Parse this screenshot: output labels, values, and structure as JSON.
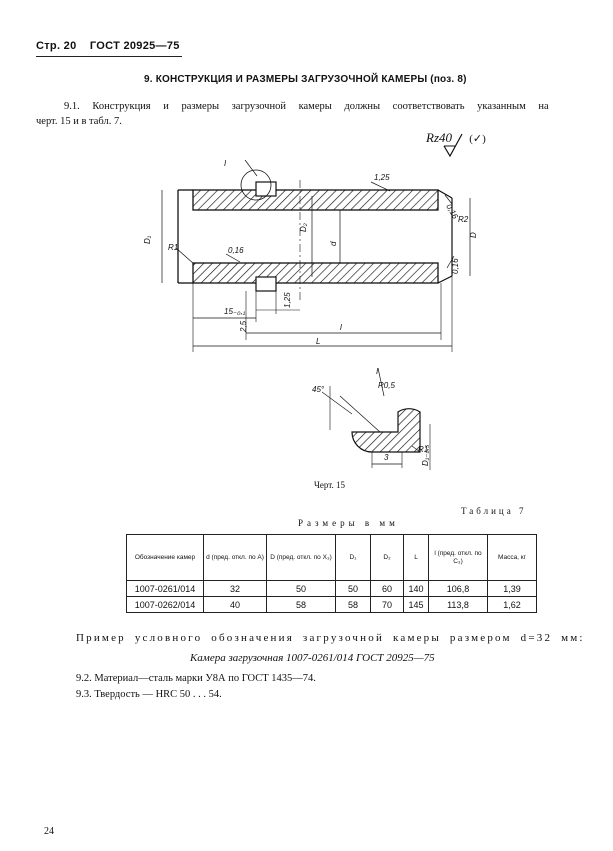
{
  "header": {
    "page": "Стр. 20",
    "standard": "ГОСТ 20925—75"
  },
  "section_title": "9. КОНСТРУКЦИЯ И РАЗМЕРЫ ЗАГРУЗОЧНОЙ КАМЕРЫ (поз. 8)",
  "para_9_1": {
    "line1": "9.1. Конструкция и размеры загрузочной камеры должны соответствовать указанным на",
    "line2": "черт. 15 и в табл. 7."
  },
  "drawing": {
    "roughness": "Rz40",
    "roughness_extra": "(✓)",
    "labels": {
      "view_i": "I",
      "r1": "R1",
      "r2": "R2",
      "d1": "D₁",
      "d2": "D₂",
      "d_small": "d",
      "d_big": "D",
      "f016_a": "0,16",
      "f016_b": "0,16",
      "f016_c": "0,16",
      "f125_a": "1,25",
      "f125_b": "1,25",
      "f25": "2,5",
      "dim15": "15₋₀,₁",
      "dim_l": "l",
      "dim_L": "L",
      "det_i": "I",
      "det_45": "45°",
      "det_r05": "R0,5",
      "det_r1": "R1",
      "det_3": "3",
      "det_d1": "D₁₋₀,₅"
    }
  },
  "figure_caption": "Черт. 15",
  "table": {
    "title": "Таблица 7",
    "subtitle": "Размеры в мм",
    "headers": [
      "Обозначение камер",
      "d (пред. откл. по A)",
      "D (пред. откл. по X₃)",
      "D₁",
      "D₂",
      "L",
      "l (пред. откл. по C₃)",
      "Масса, кг"
    ],
    "rows": [
      [
        "1007-0261/014",
        "32",
        "50",
        "50",
        "60",
        "140",
        "106,8",
        "1,39"
      ],
      [
        "1007-0262/014",
        "40",
        "58",
        "58",
        "70",
        "145",
        "113,8",
        "1,62"
      ]
    ]
  },
  "example": {
    "lead": "Пример условного обозначения загрузочной камеры размером d=32 мм:",
    "designation": "Камера загрузочная 1007-0261/014 ГОСТ 20925—75"
  },
  "para_9_2": "9.2. Материал—сталь марки У8А по ГОСТ 1435—74.",
  "para_9_3": "9.3. Твердость — HRC 50 . . . 54.",
  "page_number": "24"
}
